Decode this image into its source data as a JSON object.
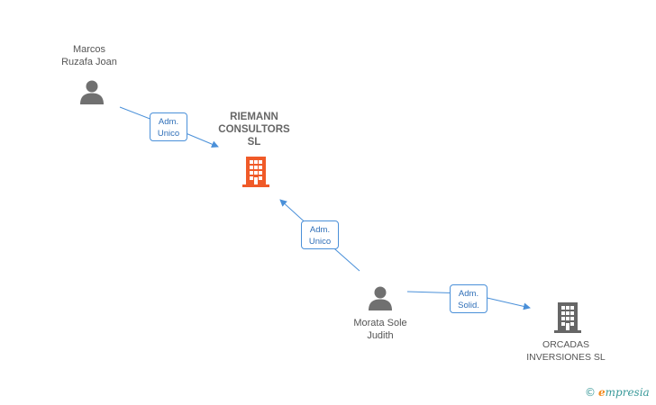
{
  "nodes": {
    "person_marcos": {
      "name_line1": "Marcos",
      "name_line2": "Ruzafa Joan",
      "icon": "person-icon"
    },
    "company_riemann": {
      "name_line1": "RIEMANN",
      "name_line2": "CONSULTORS",
      "name_line3": "SL",
      "icon": "building-icon",
      "color": "#f05a28"
    },
    "person_morata": {
      "name_line1": "Morata Sole",
      "name_line2": "Judith",
      "icon": "person-icon"
    },
    "company_orcadas": {
      "name_line1": "ORCADAS",
      "name_line2": "INVERSIONES SL",
      "icon": "building-icon",
      "color": "#666666"
    }
  },
  "relations": {
    "marcos_riemann": {
      "line1": "Adm.",
      "line2": "Unico"
    },
    "morata_riemann": {
      "line1": "Adm.",
      "line2": "Unico"
    },
    "morata_orcadas": {
      "line1": "Adm.",
      "line2": "Solid."
    }
  },
  "colors": {
    "edge": "#4a90d9",
    "person": "#707070"
  },
  "footer": {
    "copyright": "©",
    "brand_e": "e",
    "brand_rest": "mpresia"
  }
}
